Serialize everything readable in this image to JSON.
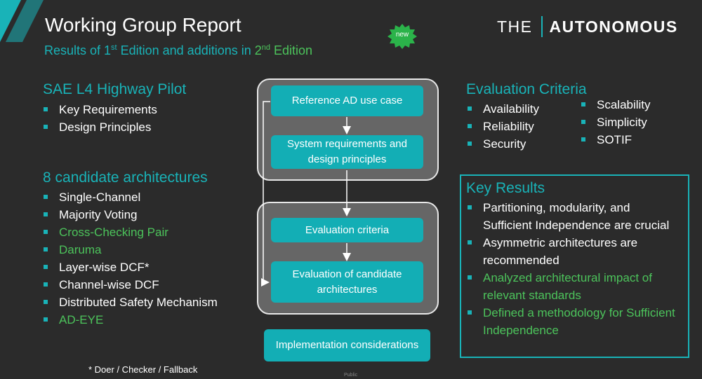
{
  "header": {
    "title": "Working Group Report",
    "subtitle_part1": "Results of 1",
    "subtitle_sup1": "st",
    "subtitle_part2": " Edition and additions in ",
    "subtitle_part3": "2",
    "subtitle_sup2": "nd",
    "subtitle_part4": " Edition",
    "badge": "new",
    "logo_left": "THE",
    "logo_right": "AUTONOMOUS"
  },
  "left": {
    "section1_title": "SAE L4 Highway Pilot",
    "section1_items": [
      "Key Requirements",
      "Design Principles"
    ],
    "section2_title": "8 candidate architectures",
    "section2_items": [
      {
        "label": "Single-Channel",
        "new": false
      },
      {
        "label": "Majority Voting",
        "new": false
      },
      {
        "label": "Cross-Checking Pair",
        "new": true
      },
      {
        "label": "Daruma",
        "new": true
      },
      {
        "label": "Layer-wise DCF*",
        "new": false
      },
      {
        "label": "Channel-wise DCF",
        "new": false
      },
      {
        "label": "Distributed Safety Mechanism",
        "new": false
      },
      {
        "label": "AD-EYE",
        "new": true
      }
    ],
    "footnote": "* Doer / Checker / Fallback"
  },
  "flow": {
    "box1": "Reference AD use case",
    "box2": "System requirements and design principles",
    "box3": "Evaluation criteria",
    "box4": "Evaluation of candidate architectures",
    "box5": "Implementation considerations"
  },
  "right": {
    "eval_title": "Evaluation Criteria",
    "eval_col1": [
      "Availability",
      "Reliability",
      "Security"
    ],
    "eval_col2": [
      "Scalability",
      "Simplicity",
      "SOTIF"
    ],
    "kr_title": "Key Results",
    "kr_items": [
      {
        "text": "Partitioning, modularity, and Sufficient Independence are crucial",
        "new": false
      },
      {
        "text": "Asymmetric architectures are recommended",
        "new": false
      },
      {
        "text": "Analyzed architectural impact of relevant standards",
        "new": true
      },
      {
        "text": "Defined a methodology for Sufficient Independence",
        "new": true
      }
    ]
  },
  "footer": {
    "classification": "Public"
  },
  "colors": {
    "teal": "#19b3b8",
    "green": "#4cc35b",
    "background": "#2b2b2b",
    "group_fill": "#666666",
    "box_fill": "#13aeb5"
  }
}
